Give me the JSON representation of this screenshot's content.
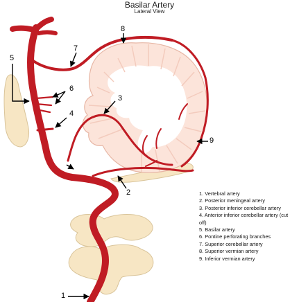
{
  "header": {
    "title": "Basilar Artery",
    "subtitle": "Lateral View"
  },
  "callouts": [
    "1",
    "2",
    "3",
    "4",
    "5",
    "6",
    "7",
    "8",
    "9"
  ],
  "legend": [
    "1. Vertebral artery",
    "2. Posterior meningeal artery",
    "3. Posterior inferior cerebellar artery",
    "4. Anterior inferior cerebellar artery (cut off)",
    "5. Basilar artery",
    "6. Pontine perforating branches",
    "7. Superior cerebellar artery",
    "8. Superior vermian artery",
    "9. Inferior vermian artery"
  ],
  "colors": {
    "artery": "#c01c24",
    "bone_fill": "#f7e6c4",
    "bone_stroke": "#d9c49a",
    "brain_fill": "#fce4da",
    "brain_stroke": "#e7b7a6",
    "white_matter": "#ffffff",
    "arrow": "#000000"
  }
}
